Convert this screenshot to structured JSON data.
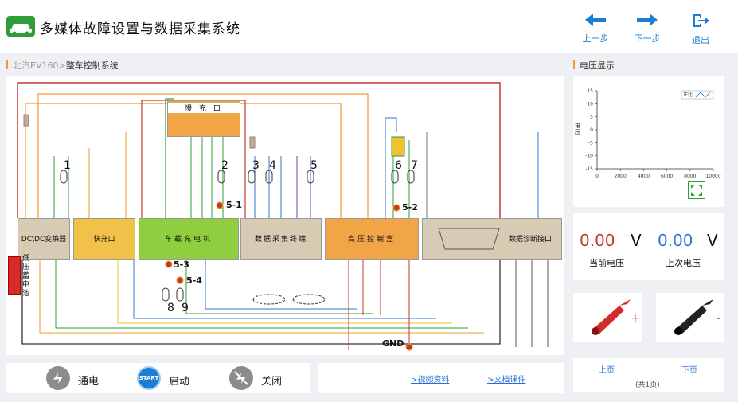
{
  "header": {
    "title": "多媒体故障设置与数据采集系统",
    "prev_label": "上一步",
    "next_label": "下一步",
    "exit_label": "退出"
  },
  "panel": {
    "crumb": "北汽EV160>",
    "title": "整车控制系统",
    "voltage_title": "电压显示"
  },
  "blocks": {
    "dcdc": "DC\\DC变换器",
    "fast": "快充口",
    "motor": "车载充电机",
    "collect": "数据采集终端",
    "hv": "高压控制盒",
    "diag": "数据诊断接口",
    "slow": "慢 充 口",
    "battery": "低压蓄电池"
  },
  "labels": {
    "gnd": "GND",
    "n1": "1",
    "n2": "2",
    "n3": "3",
    "n4": "4",
    "n5": "5",
    "n6": "6",
    "n7": "7",
    "n8": "8",
    "n9": "9",
    "n51": "5-1",
    "n52": "5-2",
    "n53": "5-3",
    "n54": "5-4"
  },
  "chart_data": {
    "type": "line",
    "xlim": [
      0,
      10000
    ],
    "ylim": [
      -15,
      15
    ],
    "xticks": [
      0,
      2000,
      4000,
      6000,
      8000,
      10000
    ],
    "yticks": [
      15,
      10,
      5,
      0,
      -5,
      -10,
      -15
    ],
    "ylabel": "电压",
    "legend": "正比",
    "grid": false
  },
  "voltage": {
    "current_value": "0.00",
    "current_unit": "V",
    "current_label": "当前电压",
    "last_value": "0.00",
    "last_unit": "V",
    "last_label": "上次电压"
  },
  "probes": {
    "plus": "+",
    "minus": "-"
  },
  "controls": {
    "power": "通电",
    "start": "启动",
    "start_badge": "START",
    "stop": "关闭"
  },
  "links": {
    "video": ">视频资料",
    "doc": ">文档课件"
  },
  "pager": {
    "prev": "上页",
    "next": "下页",
    "info": "(共1页)"
  },
  "colors": {
    "red": "#c0392b",
    "orange": "#f29a2e",
    "green": "#2e9d3a",
    "blue": "#2f76d2",
    "brand": "#1a7fd4"
  }
}
